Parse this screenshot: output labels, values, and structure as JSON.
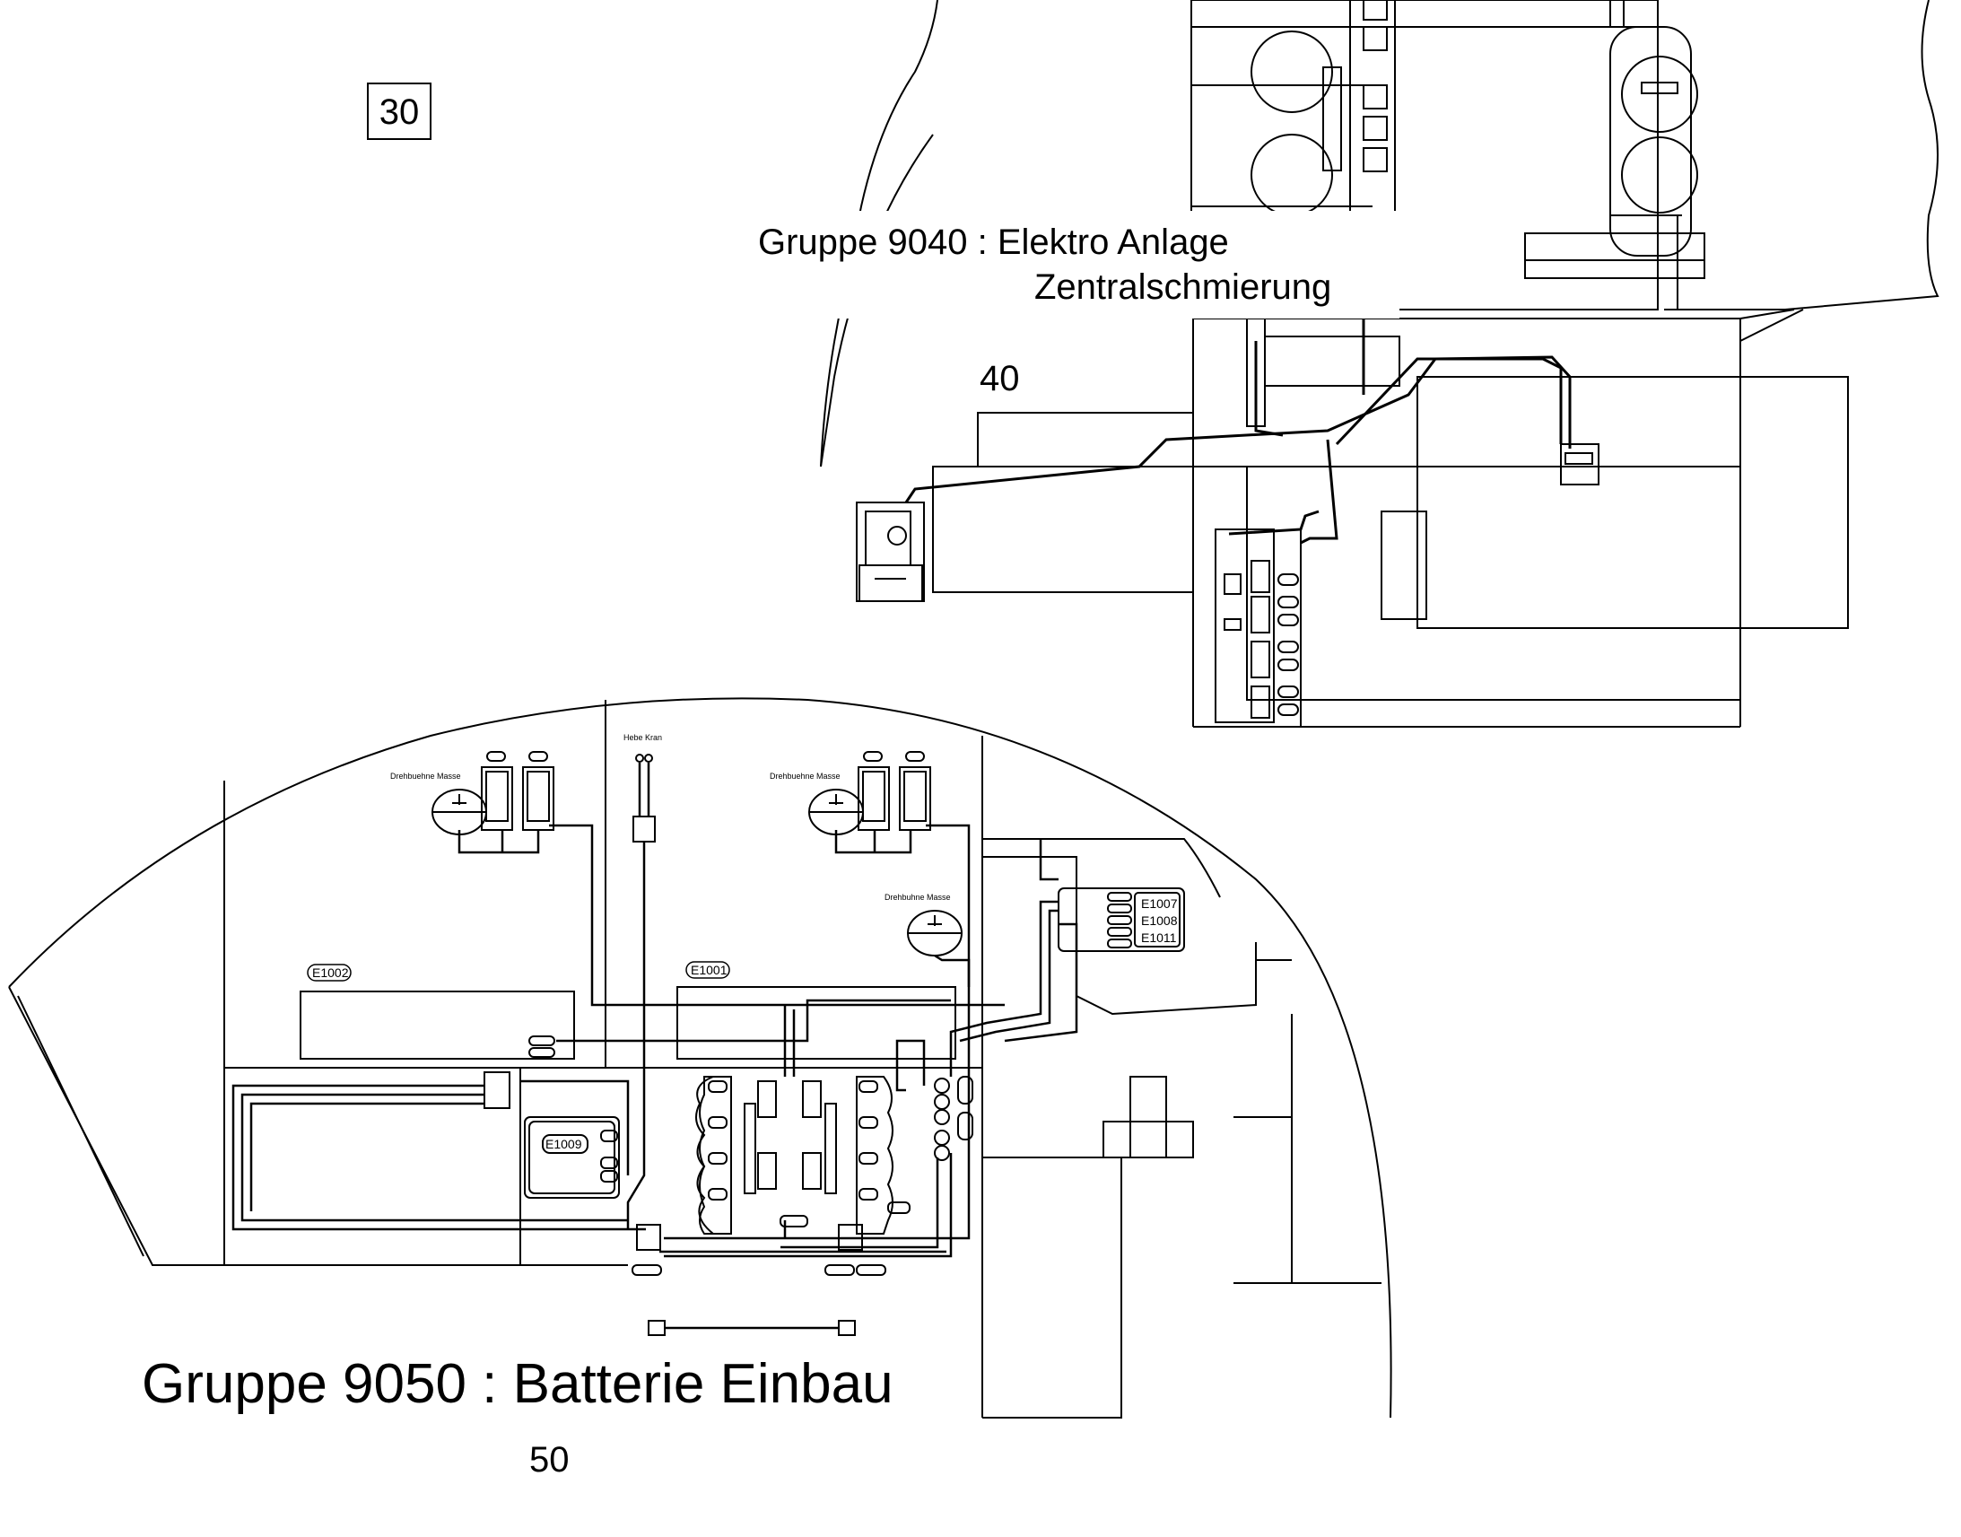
{
  "page_number_box": "30",
  "section_number_40": "40",
  "section_number_50": "50",
  "group_9040": {
    "line1": "Gruppe 9040 : Elektro Anlage",
    "line2": "Zentralschmierung"
  },
  "group_9050": "Gruppe 9050 : Batterie Einbau",
  "labels": {
    "drehbuehne_masse_left": "Drehbuehne Masse",
    "drehbuehne_masse_right": "Drehbuehne Masse",
    "drehbuhne_masse_lower": "Drehbuhne Masse",
    "hebe_kran": "Hebe Kran",
    "e1001": "E1001",
    "e1002": "E1002",
    "e1009": "E1009",
    "e1007": "E1007",
    "e1008": "E1008",
    "e1011": "E1011"
  },
  "colors": {
    "ink": "#000000",
    "paper": "#ffffff"
  }
}
